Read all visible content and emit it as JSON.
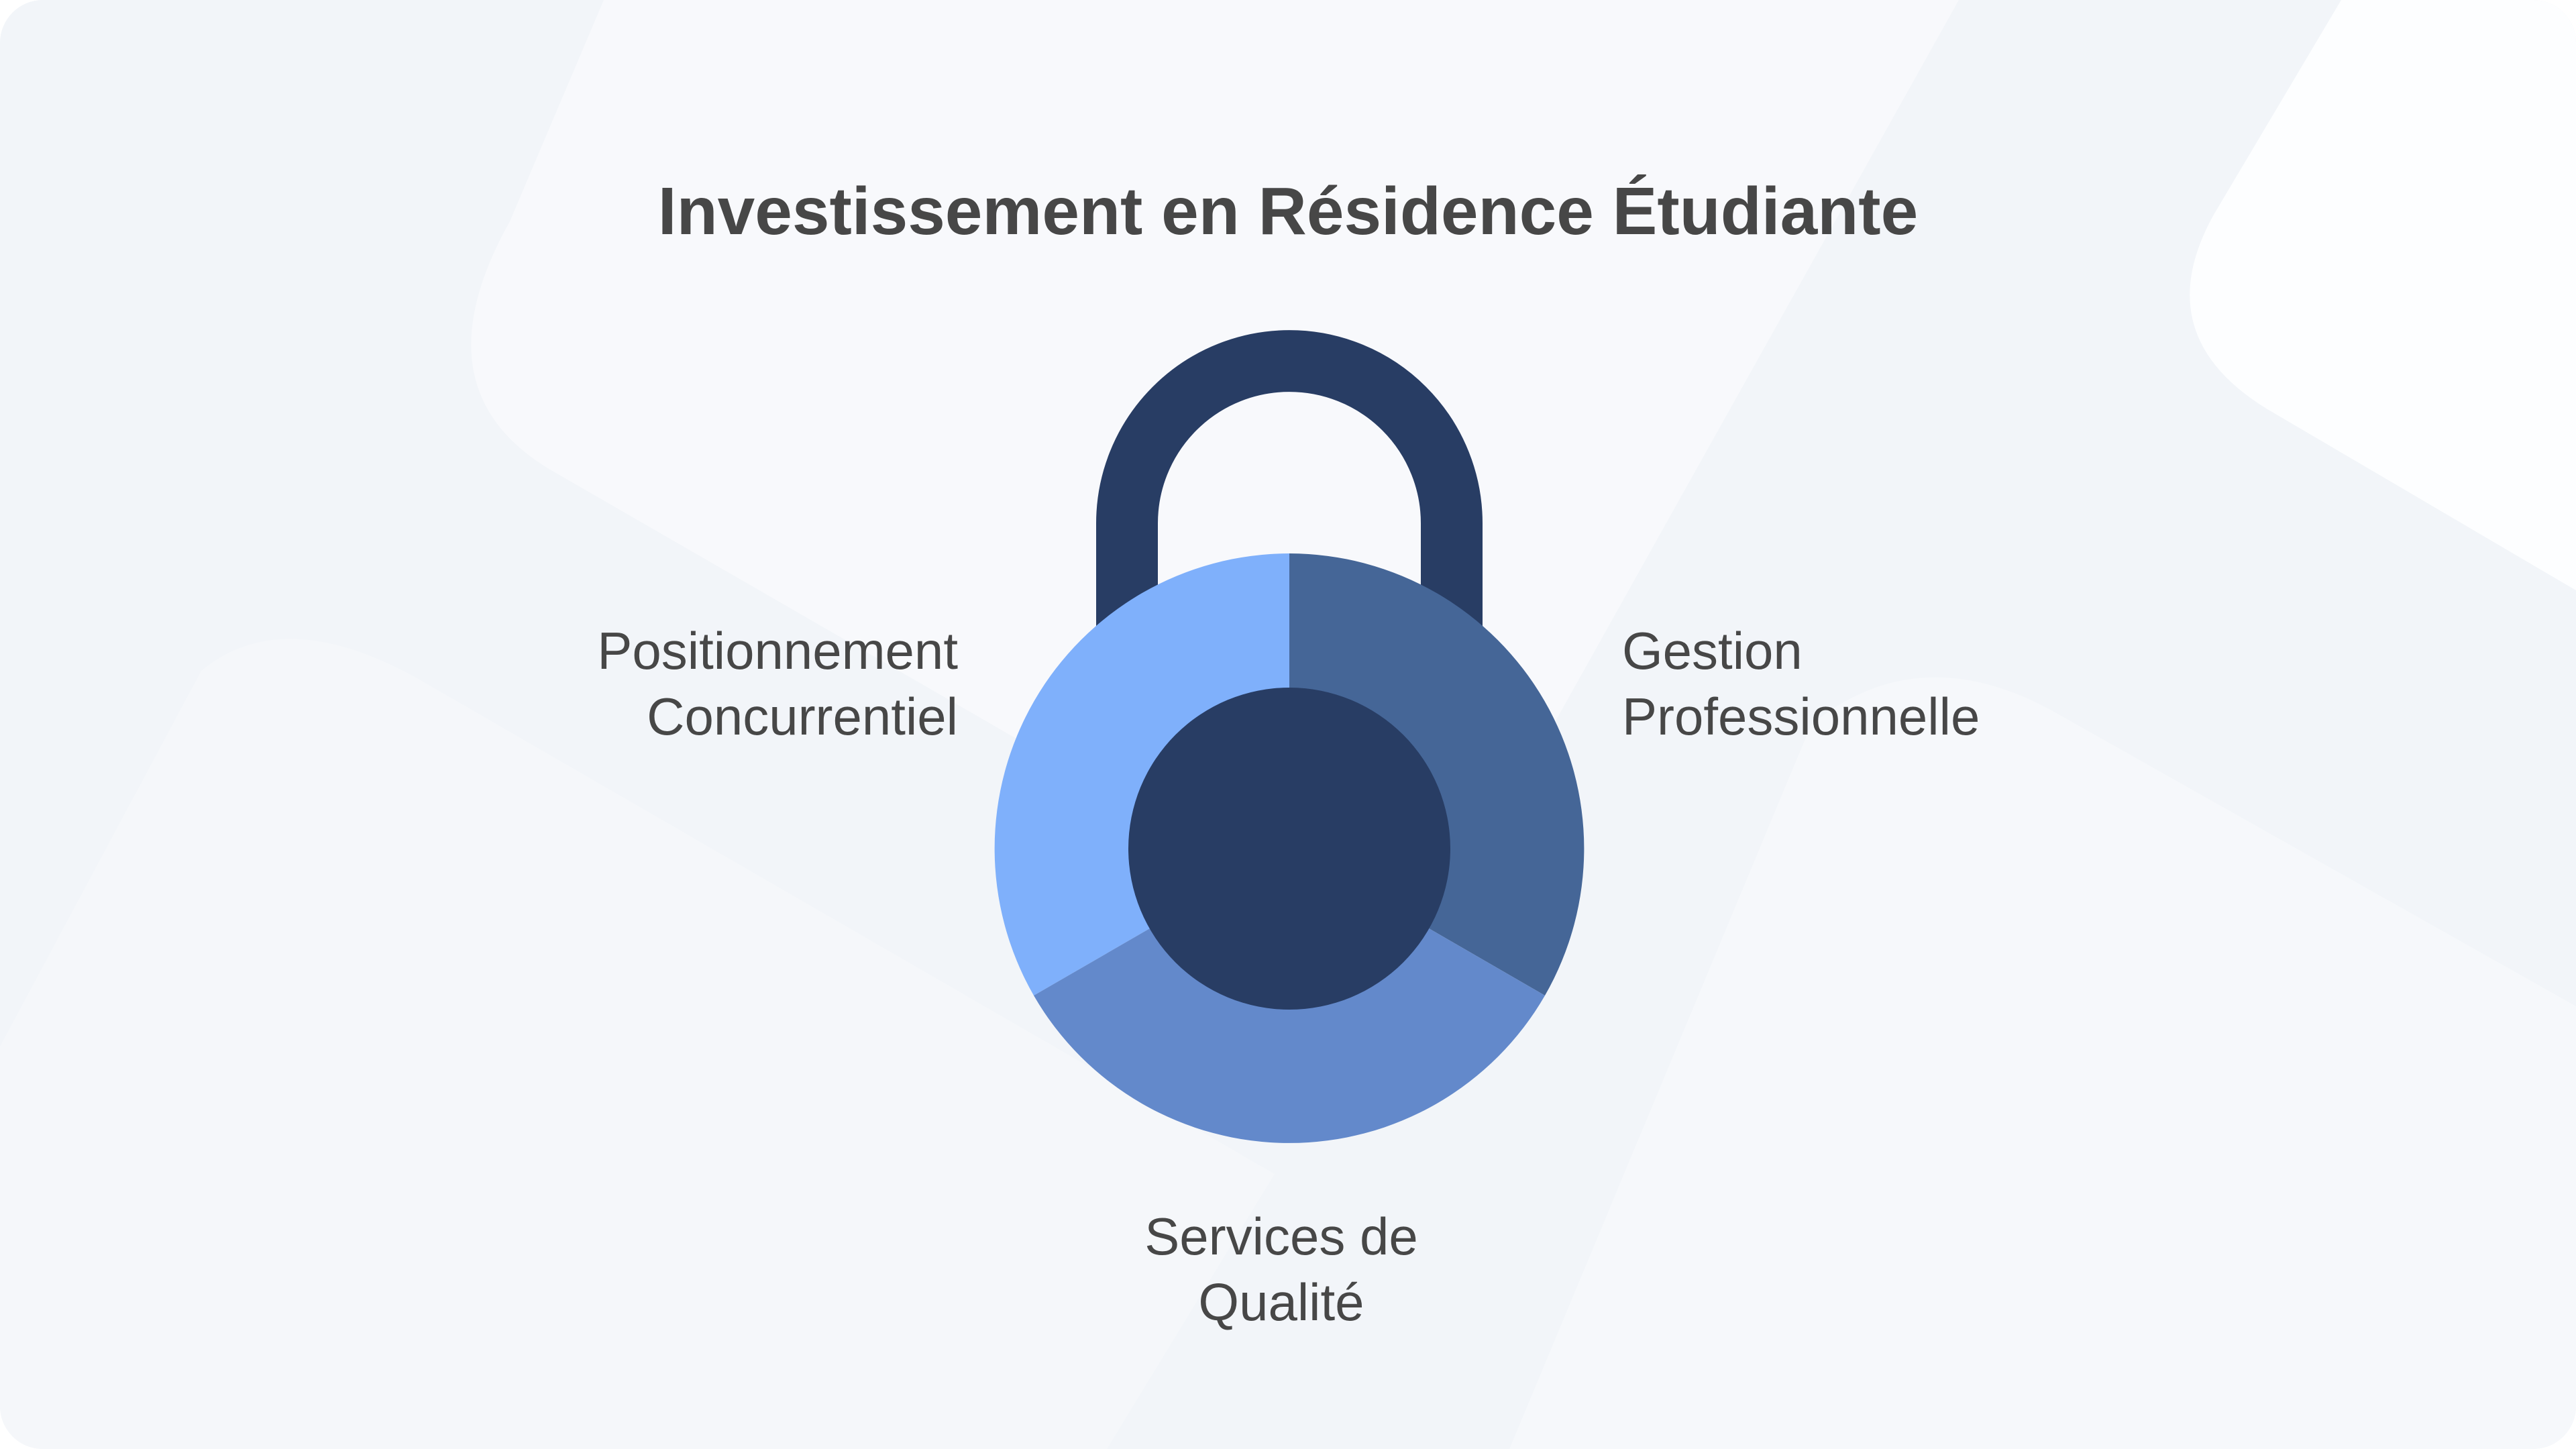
{
  "title": "Investissement en Résidence Étudiante",
  "segments": [
    {
      "id": "positionnement",
      "lines": [
        "Positionnement",
        "Concurrentiel"
      ],
      "color": "#7fb0fb"
    },
    {
      "id": "gestion",
      "lines": [
        "Gestion",
        "Professionnelle"
      ],
      "color": "#456697"
    },
    {
      "id": "services",
      "lines": [
        "Services de",
        "Qualité"
      ],
      "color": "#6389cb"
    }
  ],
  "icon": "padlock-icon",
  "colors": {
    "shackle": "#283d64",
    "center": "#283d64",
    "text": "#474747",
    "background": "#f3f6fa"
  }
}
